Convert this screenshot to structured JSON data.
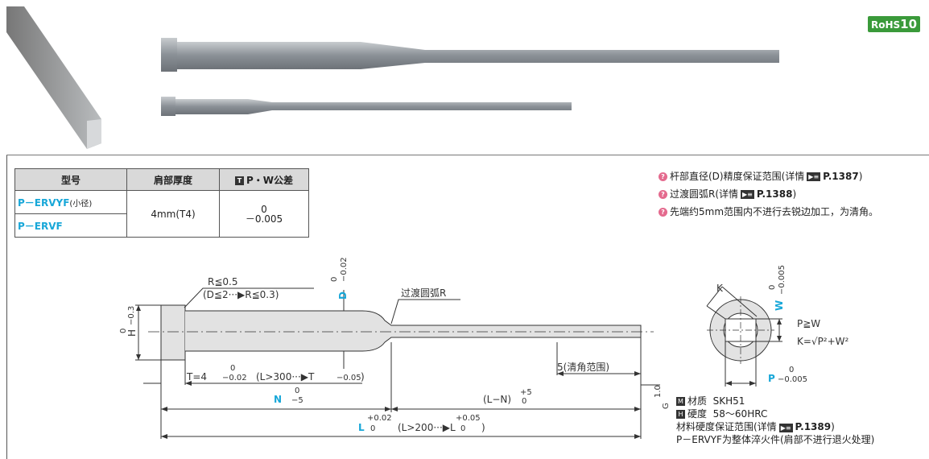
{
  "badge": {
    "rohs": "RoHS",
    "rohs_num": "10"
  },
  "table": {
    "headers": [
      "型号",
      "肩部厚度",
      "P・W公差"
    ],
    "header_icon": "T",
    "models": [
      {
        "name": "P－ERVYF",
        "note": "(小径)"
      },
      {
        "name": "P－ERVF",
        "note": ""
      }
    ],
    "thickness": "4mm(T4)",
    "tol_upper": "0",
    "tol_lower": "－0.005"
  },
  "notes": [
    {
      "text": "杆部直径(D)精度保证范围(详情",
      "ref": "P.1387",
      "close": ")"
    },
    {
      "text": "过渡圆弧R(详情",
      "ref": "P.1388",
      "close": ")"
    },
    {
      "text": "先端约5mm范围内不进行去锐边加工，为清角。",
      "ref": "",
      "close": ""
    }
  ],
  "drawing": {
    "r_label": "R≦0.5",
    "r_note": "(D≦2···▶R≦0.3)",
    "d_label": "D",
    "d_tol_upper": "0",
    "d_tol_lower": "−0.02",
    "transition": "过渡圆弧R",
    "h_label": "H",
    "h_tol_upper": "0",
    "h_tol_lower": "−0.3",
    "t_label": "T=4",
    "t_tol_upper": "0",
    "t_tol_lower": "−0.02",
    "t_note": "(L>300···▶T",
    "t_note_tol": "−0.05",
    "t_note_close": ")",
    "clear_range": "5(清角范围)",
    "n_label": "N",
    "n_tol_upper": "0",
    "n_tol_lower": "−5",
    "ln_label": "(L−N)",
    "ln_tol_upper": "+5",
    "ln_tol_lower": "0",
    "l_label": "L",
    "l_tol_upper": "+0.02",
    "l_tol_lower": "0",
    "l_note": "(L>200···▶L",
    "l_note_upper": "+0.05",
    "l_note_lower": "0",
    "l_note_close": ")",
    "g_label": "G",
    "g_value": "1.0",
    "k_label": "K",
    "w_label": "W",
    "w_tol_upper": "0",
    "w_tol_lower": "−0.005",
    "p_label": "P",
    "p_tol_upper": "0",
    "p_tol_lower": "−0.005",
    "cond1": "P≧W",
    "cond2": "K=√P²+W²"
  },
  "properties": {
    "material_label": "材质",
    "material_value": "SKH51",
    "hardness_label": "硬度",
    "hardness_value": "58～60HRC",
    "hardness_note": "材料硬度保证范围(详情",
    "hardness_ref": "P.1389",
    "hardness_close": ")",
    "treatment": "P－ERVYF为整体淬火件(肩部不进行退火处理)"
  },
  "colors": {
    "accent": "#18a7d8",
    "note_icon": "#e46a8e",
    "rohs": "#3a9a3a"
  }
}
